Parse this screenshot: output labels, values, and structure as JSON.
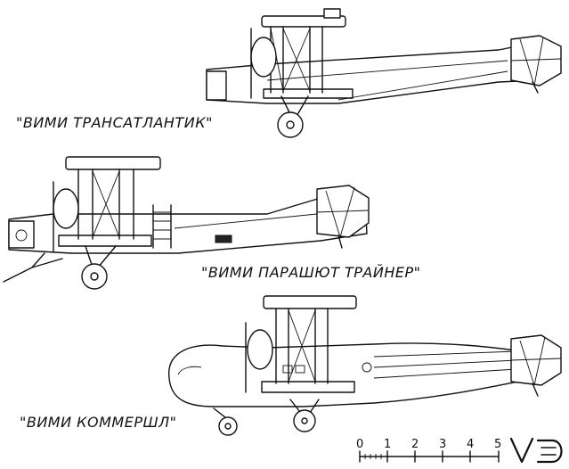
{
  "labels": {
    "transatlantic": "\"ВИМИ ТРАНСАТЛАНТИК\"",
    "parachute_trainer": "\"ВИМИ ПАРАШЮТ ТРАЙНЕР\"",
    "commercial": "\"ВИМИ КОММЕРШЛ\""
  },
  "scale": {
    "ticks": [
      "0",
      "1",
      "2",
      "3",
      "4",
      "5"
    ]
  },
  "logo": {
    "text": "VD"
  }
}
